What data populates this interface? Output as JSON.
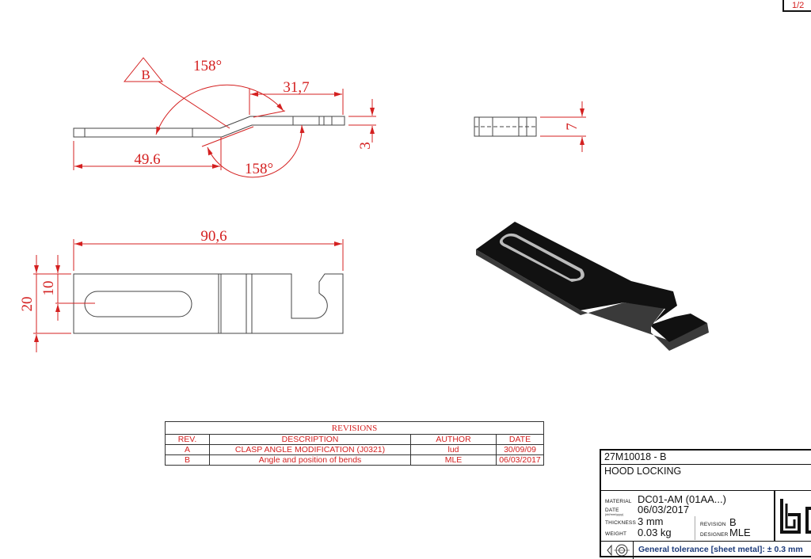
{
  "sheet": {
    "page": "1/2"
  },
  "dimensions": {
    "side_left_length": "49.6",
    "side_right_length": "31,7",
    "thickness": "3",
    "bend_angle_top": "158°",
    "bend_angle_bottom": "158°",
    "revision_marker": "B",
    "front_width": "7",
    "overall_length": "90,6",
    "overall_width": "20",
    "slot_offset": "10"
  },
  "revisions": {
    "title": "REVISIONS",
    "headers": [
      "REV.",
      "DESCRIPTION",
      "AUTHOR",
      "DATE"
    ],
    "rows": [
      [
        "A",
        "CLASP ANGLE MODIFICATION (J0321)",
        "lud",
        "30/09/09"
      ],
      [
        "B",
        "Angle and position of bends",
        "MLE",
        "06/03/2017"
      ]
    ]
  },
  "title_block": {
    "part_number": "27M10018 - B",
    "title": "HOOD LOCKING",
    "material_label": "MATERIAL",
    "material": "DC01-AM (01AA...)",
    "date_label": "DATE",
    "date_format": "(dd/mm/yyyy)",
    "date": "06/03/2017",
    "thickness_label": "THICKNESS",
    "thickness": "3 mm",
    "weight_label": "WEIGHT",
    "weight": "0.03 kg",
    "revision_label": "REVISION",
    "revision": "B",
    "designer_label": "DESIGNER",
    "designer": "MLE",
    "tolerance": "General tolerance [sheet metal]: ± 0.3 mm",
    "projection_icon": "first-angle-projection-icon"
  },
  "colors": {
    "dimension": "#d42020",
    "part_3d": "#111111"
  }
}
